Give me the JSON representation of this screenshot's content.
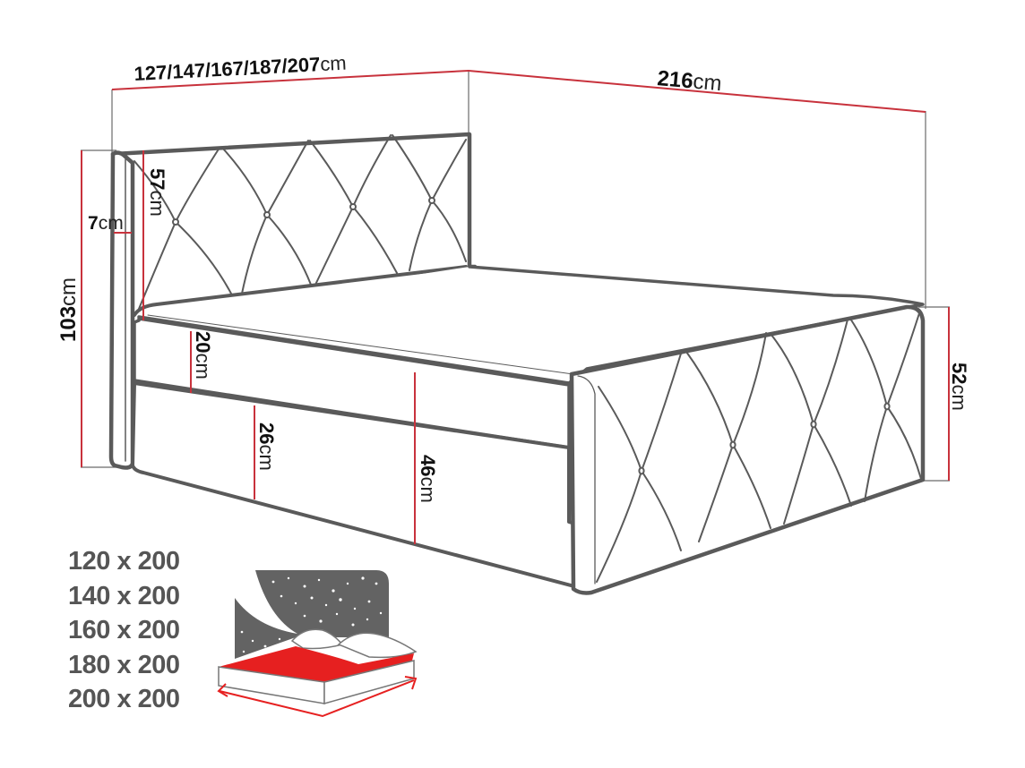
{
  "colors": {
    "outline": "#5a5a5a",
    "dimension_line": "#c8323c",
    "extension_line": "#6a6a6a",
    "text": "#111111",
    "size_text": "#555555",
    "icon_dark": "#636363",
    "icon_red": "#e62020"
  },
  "dimensions": {
    "width": {
      "value": "127/147/167/187/207",
      "unit": "cm"
    },
    "length": {
      "value": "216",
      "unit": "cm"
    },
    "total_height": {
      "value": "103",
      "unit": "cm"
    },
    "headboard_height": {
      "value": "57",
      "unit": "cm"
    },
    "headboard_thickness": {
      "value": "7",
      "unit": "cm"
    },
    "mattress_height": {
      "value": "20",
      "unit": "cm"
    },
    "base_height": {
      "value": "26",
      "unit": "cm"
    },
    "sleeping_height": {
      "value": "46",
      "unit": "cm"
    },
    "footboard_height": {
      "value": "52",
      "unit": "cm"
    }
  },
  "mattress_sizes": [
    {
      "label": "120 x 200"
    },
    {
      "label": "140 x 200"
    },
    {
      "label": "160 x 200"
    },
    {
      "label": "180 x 200"
    },
    {
      "label": "200 x 200"
    }
  ],
  "icons": {
    "bed_icon": "bed-with-night-sky-icon"
  }
}
